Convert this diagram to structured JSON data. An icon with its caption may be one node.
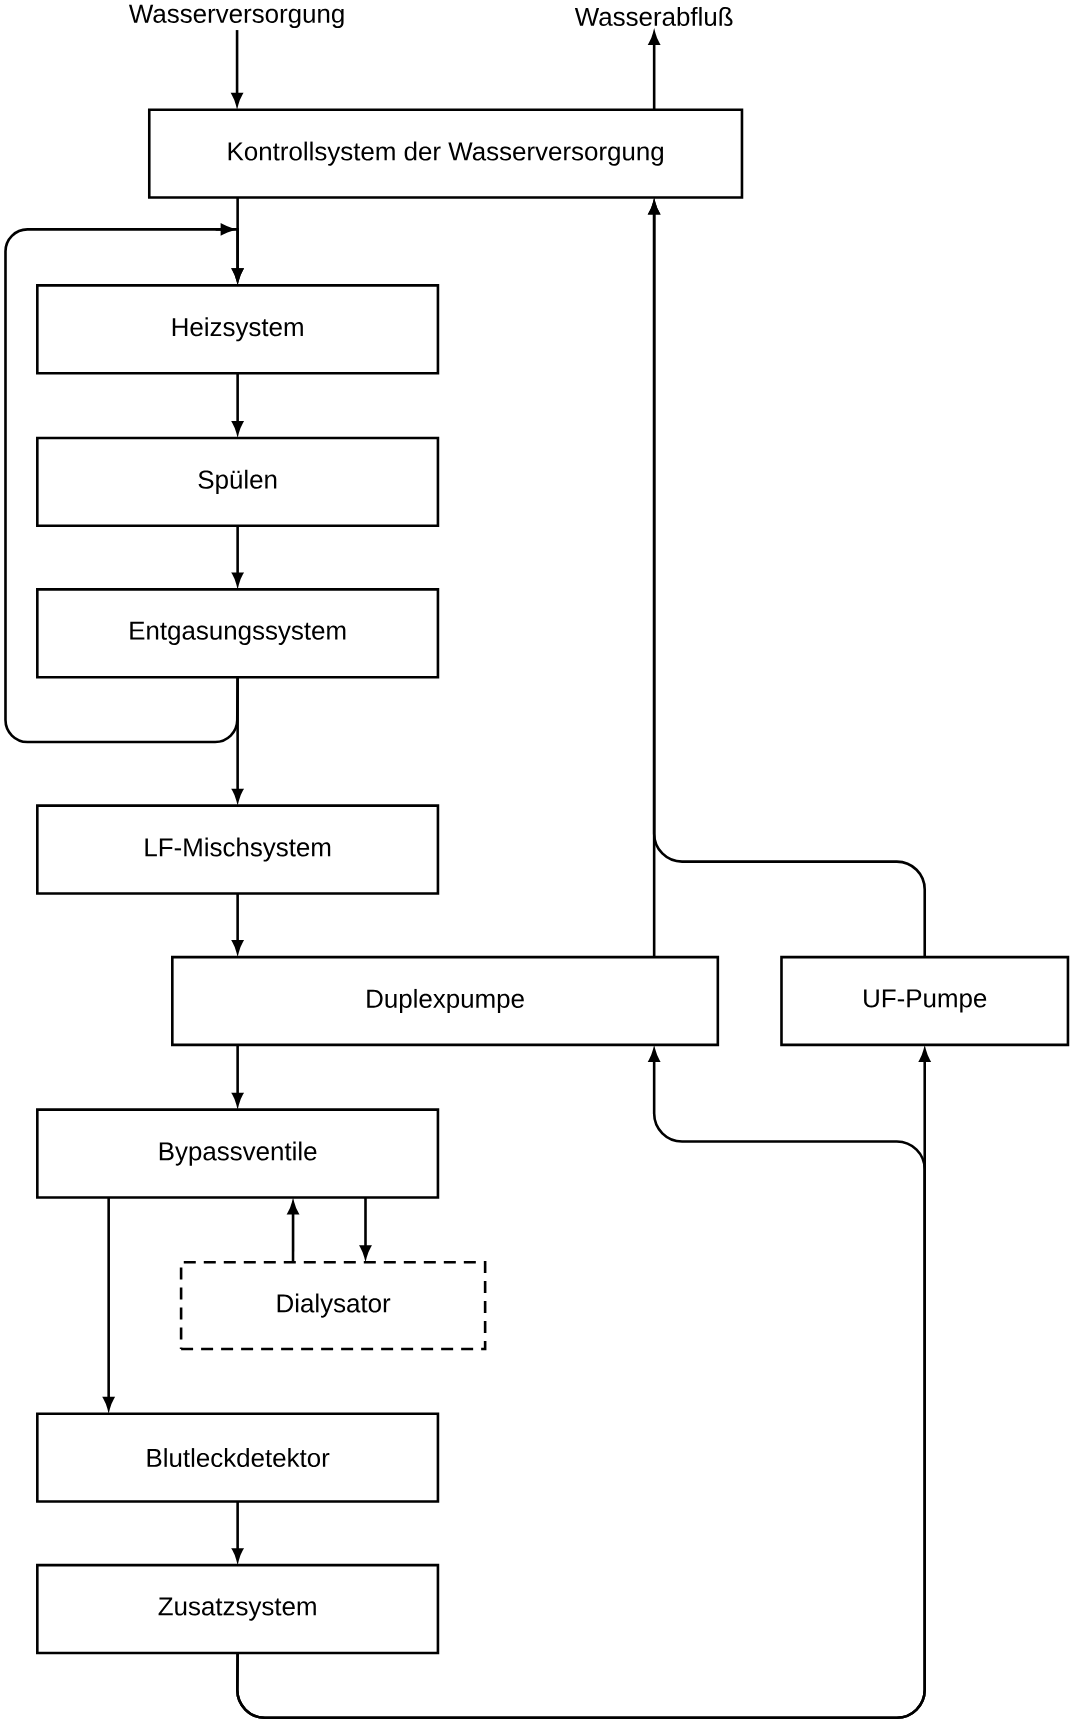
{
  "diagram": {
    "nodes": [
      {
        "text": [
          "Wasserversorgung"
        ]
      },
      {
        "text": [
          "Wasserabfluß"
        ]
      },
      {
        "text": [
          "Kontrollsystem der Wasserversorgung"
        ]
      },
      {
        "text": [
          "Heizsystem"
        ]
      },
      {
        "text": [
          "Spülen"
        ]
      },
      {
        "text": [
          "Entgasungssystem"
        ]
      },
      {
        "text": [
          "LF-Mischsystem"
        ]
      },
      {
        "text": [
          "Duplexpumpe"
        ]
      },
      {
        "text": [
          "UF-Pumpe"
        ]
      },
      {
        "text": [
          "Bypassventile"
        ]
      },
      {
        "text": [
          "Dialysator"
        ]
      },
      {
        "text": [
          "Blutleckdetektor"
        ]
      },
      {
        "text": [
          "Zusatzsystem"
        ]
      }
    ],
    "edges": [
      {
        "from": 0,
        "to": 2,
        "arrow": "to"
      },
      {
        "from": 2,
        "to": 1,
        "arrow": "to"
      },
      {
        "from": 2,
        "to": 3,
        "arrow": "to"
      },
      {
        "from": 3,
        "to": 4,
        "arrow": "to"
      },
      {
        "from": 4,
        "to": 5,
        "arrow": "to"
      },
      {
        "from": 5,
        "to": 6,
        "arrow": "to"
      },
      {
        "from": 5,
        "to": 3,
        "arrow": "to"
      },
      {
        "from": 6,
        "to": 7,
        "arrow": "to"
      },
      {
        "from": 7,
        "to": 9,
        "arrow": "to"
      },
      {
        "from": 9,
        "to": 10,
        "arrow": "to"
      },
      {
        "from": 10,
        "to": 9,
        "arrow": "to"
      },
      {
        "from": 9,
        "to": 11,
        "arrow": "to"
      },
      {
        "from": 11,
        "to": 12,
        "arrow": "to"
      },
      {
        "from": 12,
        "to": 8,
        "arrow": "to"
      },
      {
        "from": 12,
        "to": 7,
        "arrow": "to"
      },
      {
        "from": 7,
        "to": 2,
        "arrow": "to"
      },
      {
        "from": 8,
        "to": 2,
        "arrow": "to"
      }
    ]
  }
}
